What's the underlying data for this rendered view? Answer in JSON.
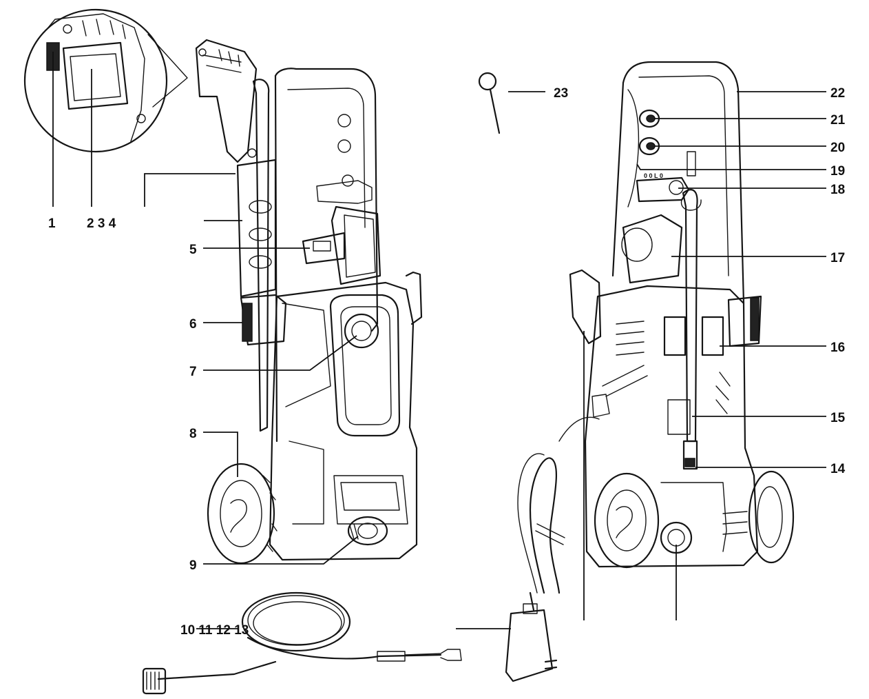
{
  "callouts": {
    "c1": "1",
    "c234": "2 3 4",
    "c5": "5",
    "c6": "6",
    "c7": "7",
    "c8": "8",
    "c9": "9",
    "c10_13": "10 11 12 13",
    "c14": "14",
    "c15": "15",
    "c16": "16",
    "c17": "17",
    "c18": "18",
    "c19": "19",
    "c20": "20",
    "c21": "21",
    "c22": "22",
    "c23": "23"
  },
  "machine_labels": {
    "ind_a": "0 0 L 0"
  },
  "colors": {
    "ink": "#111111",
    "paper": "#ffffff"
  }
}
